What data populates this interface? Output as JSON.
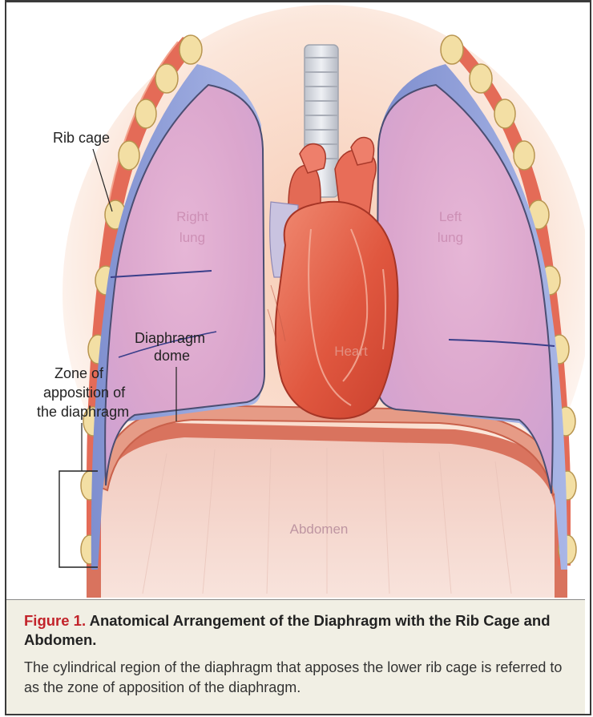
{
  "labels": {
    "rib_cage": "Rib cage",
    "right_lung_1": "Right",
    "right_lung_2": "lung",
    "left_lung_1": "Left",
    "left_lung_2": "lung",
    "heart": "Heart",
    "diaphragm_dome_1": "Diaphragm",
    "diaphragm_dome_2": "dome",
    "zone_1": "Zone of",
    "zone_2": "apposition of",
    "zone_3": "the diaphragm",
    "abdomen": "Abdomen"
  },
  "caption": {
    "figure_number": "Figure 1.",
    "title": "Anatomical Arrangement of the Diaphragm with the Rib Cage and Abdomen.",
    "body": "The cylindrical region of the diaphragm that apposes the lower rib cage is referred to as the zone of apposition of the diaphragm."
  },
  "colors": {
    "caption_accent": "#c2232a",
    "caption_background": "#f1efe4",
    "lung": "#dcaad0",
    "heart": "#e3624f",
    "diaphragm": "#e49a84",
    "rib": "#e2705c"
  }
}
